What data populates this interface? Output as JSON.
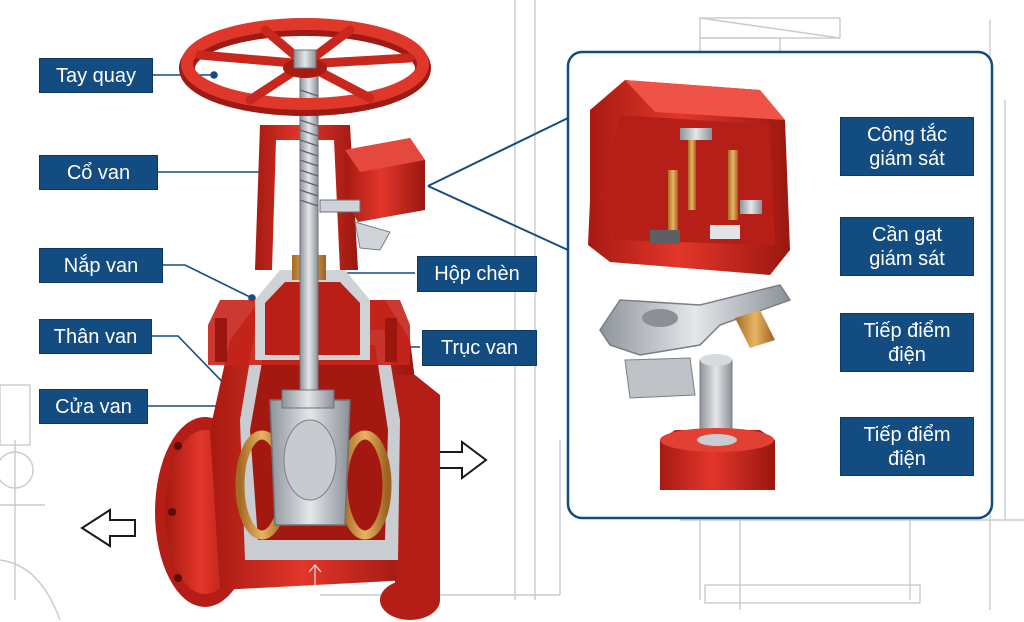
{
  "labels": {
    "handwheel": "Tay quay",
    "yoke": "Cổ van",
    "bonnet": "Nắp van",
    "body": "Thân van",
    "gate": "Cửa van",
    "packing": "Hộp chèn",
    "stem": "Trục van",
    "switch_line1": "Công tắc",
    "switch_line2": "giám sát",
    "lever_line1": "Cần gạt",
    "lever_line2": "giám sát",
    "contact1_line1": "Tiếp điểm",
    "contact1_line2": "điện",
    "contact2_line1": "Tiếp điểm",
    "contact2_line2": "điện"
  },
  "colors": {
    "label_bg": "#124c80",
    "leader": "#124c80",
    "valve_red": "#d42a20",
    "valve_dark_red": "#9e1a14",
    "steel": "#b8bcc2",
    "brass": "#c98a3c",
    "blueprint_line": "#c7cbd0"
  }
}
